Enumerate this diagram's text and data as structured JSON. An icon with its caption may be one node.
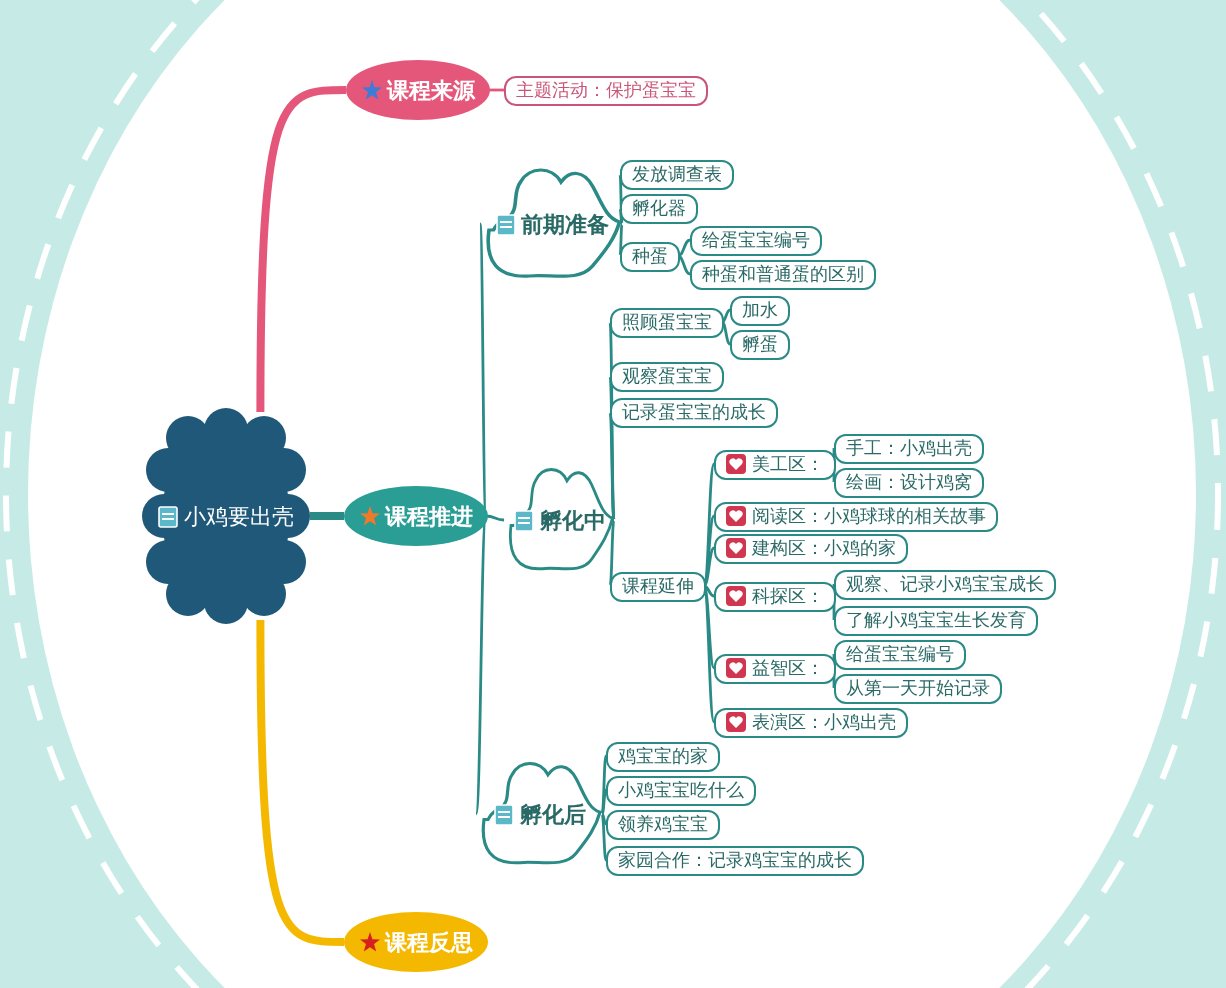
{
  "diagram": {
    "nodes": [
      {
        "text": [
          "小鸡要出壳"
        ]
      },
      {
        "text": [
          "课程来源"
        ]
      },
      {
        "text": [
          "主题活动：保护蛋宝宝"
        ]
      },
      {
        "text": [
          "课程推进"
        ]
      },
      {
        "text": [
          "前期准备"
        ]
      },
      {
        "text": [
          "发放调查表"
        ]
      },
      {
        "text": [
          "孵化器"
        ]
      },
      {
        "text": [
          "种蛋"
        ]
      },
      {
        "text": [
          "给蛋宝宝编号"
        ]
      },
      {
        "text": [
          "种蛋和普通蛋的区别"
        ]
      },
      {
        "text": [
          "孵化中"
        ]
      },
      {
        "text": [
          "照顾蛋宝宝"
        ]
      },
      {
        "text": [
          "加水"
        ]
      },
      {
        "text": [
          "孵蛋"
        ]
      },
      {
        "text": [
          "观察蛋宝宝"
        ]
      },
      {
        "text": [
          "记录蛋宝宝的成长"
        ]
      },
      {
        "text": [
          "课程延伸"
        ]
      },
      {
        "text": [
          "美工区："
        ]
      },
      {
        "text": [
          "手工：小鸡出壳"
        ]
      },
      {
        "text": [
          "绘画：设计鸡窝"
        ]
      },
      {
        "text": [
          "阅读区：小鸡球球的相关故事"
        ]
      },
      {
        "text": [
          "建构区：小鸡的家"
        ]
      },
      {
        "text": [
          "科探区："
        ]
      },
      {
        "text": [
          "观察、记录小鸡宝宝成长"
        ]
      },
      {
        "text": [
          "了解小鸡宝宝生长发育"
        ]
      },
      {
        "text": [
          "益智区："
        ]
      },
      {
        "text": [
          "给蛋宝宝编号"
        ]
      },
      {
        "text": [
          "从第一天开始记录"
        ]
      },
      {
        "text": [
          "表演区：小鸡出壳"
        ]
      },
      {
        "text": [
          "孵化后"
        ]
      },
      {
        "text": [
          "鸡宝宝的家"
        ]
      },
      {
        "text": [
          "小鸡宝宝吃什么"
        ]
      },
      {
        "text": [
          "领养鸡宝宝"
        ]
      },
      {
        "text": [
          "家园合作：记录鸡宝宝的成长"
        ]
      },
      {
        "text": [
          "课程反思"
        ]
      }
    ],
    "edges": [
      {
        "from": 0,
        "to": 1,
        "arrow": "none",
        "style": "thick",
        "color": "#e4577a"
      },
      {
        "from": 1,
        "to": 2,
        "arrow": "none",
        "color": "#e4577a"
      },
      {
        "from": 0,
        "to": 3,
        "arrow": "none",
        "style": "thick"
      },
      {
        "from": 3,
        "to": 4,
        "arrow": "none"
      },
      {
        "from": 4,
        "to": 5,
        "arrow": "none"
      },
      {
        "from": 4,
        "to": 6,
        "arrow": "none"
      },
      {
        "from": 4,
        "to": 7,
        "arrow": "none"
      },
      {
        "from": 7,
        "to": 8,
        "arrow": "none"
      },
      {
        "from": 7,
        "to": 9,
        "arrow": "none"
      },
      {
        "from": 3,
        "to": 10,
        "arrow": "none"
      },
      {
        "from": 10,
        "to": 11,
        "arrow": "none"
      },
      {
        "from": 11,
        "to": 12,
        "arrow": "none"
      },
      {
        "from": 11,
        "to": 13,
        "arrow": "none"
      },
      {
        "from": 10,
        "to": 14,
        "arrow": "none"
      },
      {
        "from": 10,
        "to": 15,
        "arrow": "none"
      },
      {
        "from": 10,
        "to": 16,
        "arrow": "none"
      },
      {
        "from": 16,
        "to": 17,
        "arrow": "none"
      },
      {
        "from": 17,
        "to": 18,
        "arrow": "none"
      },
      {
        "from": 17,
        "to": 19,
        "arrow": "none"
      },
      {
        "from": 16,
        "to": 20,
        "arrow": "none"
      },
      {
        "from": 16,
        "to": 21,
        "arrow": "none"
      },
      {
        "from": 16,
        "to": 22,
        "arrow": "none"
      },
      {
        "from": 22,
        "to": 23,
        "arrow": "none"
      },
      {
        "from": 22,
        "to": 24,
        "arrow": "none"
      },
      {
        "from": 16,
        "to": 25,
        "arrow": "none"
      },
      {
        "from": 25,
        "to": 26,
        "arrow": "none"
      },
      {
        "from": 25,
        "to": 27,
        "arrow": "none"
      },
      {
        "from": 16,
        "to": 28,
        "arrow": "none"
      },
      {
        "from": 3,
        "to": 29,
        "arrow": "none"
      },
      {
        "from": 29,
        "to": 30,
        "arrow": "none"
      },
      {
        "from": 29,
        "to": 31,
        "arrow": "none"
      },
      {
        "from": 29,
        "to": 32,
        "arrow": "none"
      },
      {
        "from": 29,
        "to": 33,
        "arrow": "none"
      },
      {
        "from": 0,
        "to": 34,
        "arrow": "none",
        "style": "thick",
        "color": "#f5b800"
      }
    ]
  }
}
